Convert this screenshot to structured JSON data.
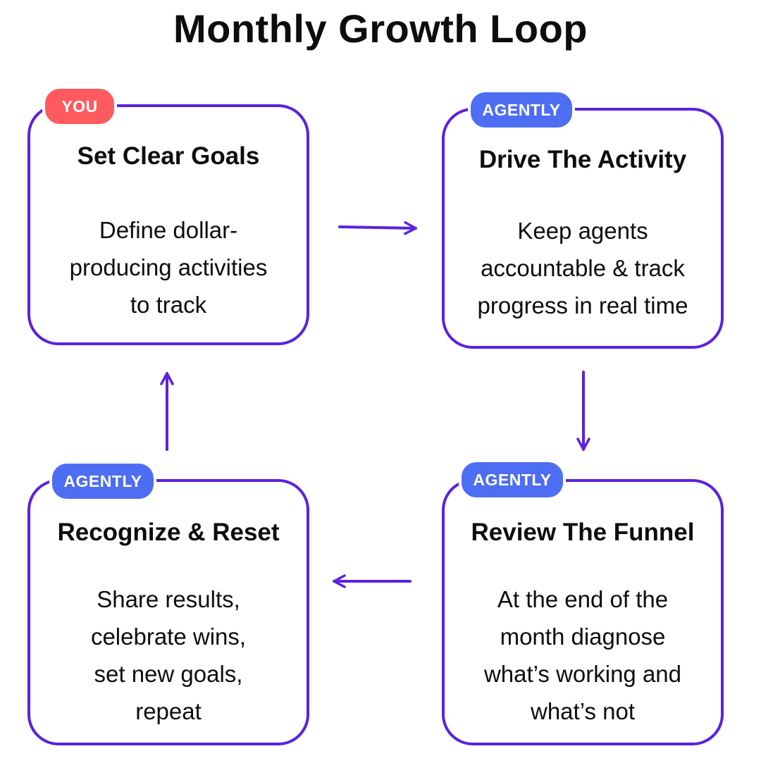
{
  "title": "Monthly Growth Loop",
  "colors": {
    "border": "#5b21e0",
    "arrow": "#5b21e0",
    "badge_you": "#ff5a5f",
    "badge_agently": "#4d6df2"
  },
  "cards": [
    {
      "badge": "YOU",
      "title": "Set Clear Goals",
      "body_lines": [
        "Define dollar-",
        "producing activities",
        "to track"
      ]
    },
    {
      "badge": "AGENTLY",
      "title": "Drive The Activity",
      "body_lines": [
        "Keep agents",
        "accountable & track",
        "progress in real time"
      ]
    },
    {
      "badge": "AGENTLY",
      "title": "Review The Funnel",
      "body_lines": [
        "At the end of the",
        "month diagnose",
        "what’s working and",
        "what’s not"
      ]
    },
    {
      "badge": "AGENTLY",
      "title": "Recognize & Reset",
      "body_lines": [
        "Share results,",
        "celebrate wins,",
        "set new goals,",
        "repeat"
      ]
    }
  ]
}
